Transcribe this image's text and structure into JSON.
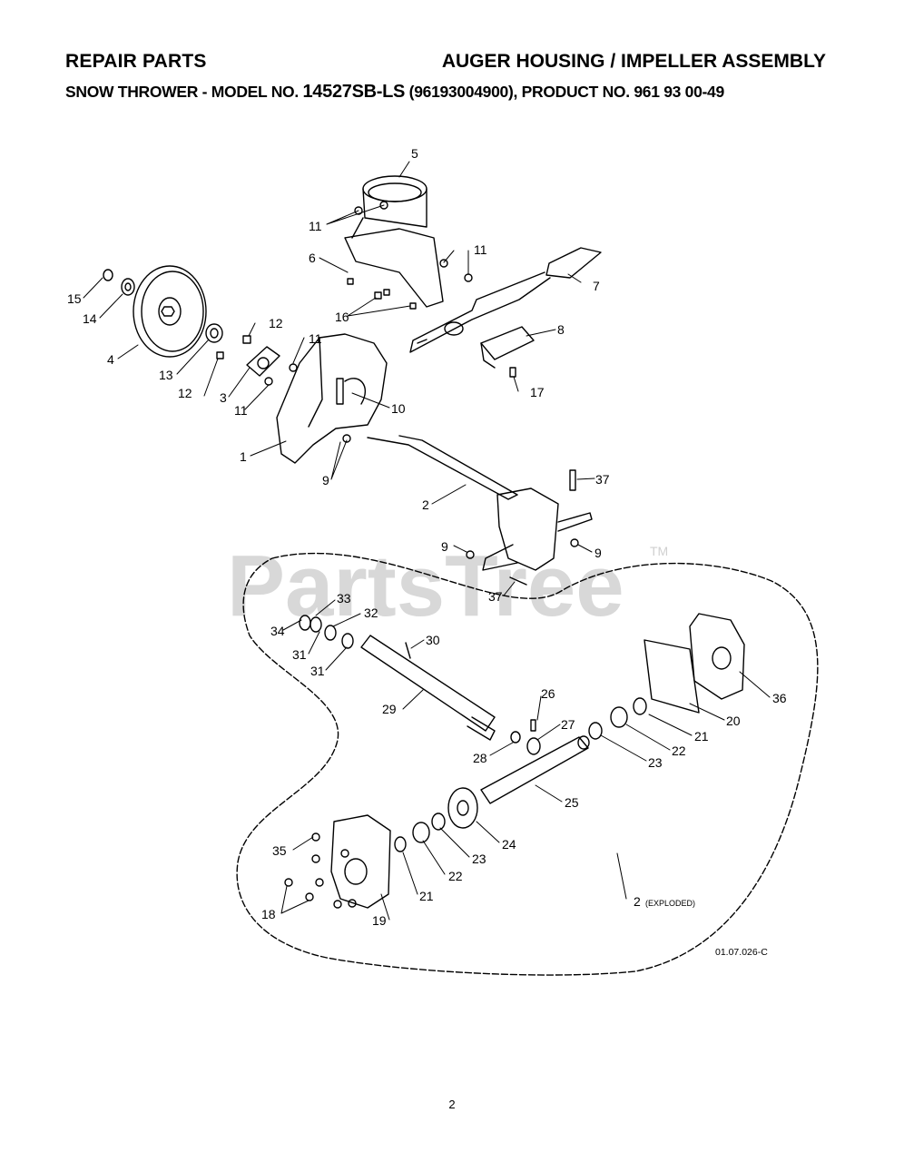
{
  "header": {
    "section": "REPAIR PARTS",
    "assembly": "AUGER HOUSING / IMPELLER ASSEMBLY",
    "model_prefix": "SNOW THROWER - MODEL NO.",
    "model_no": "14527SB-LS",
    "model_suffix": "(96193004900), PRODUCT NO. 961 93 00-49"
  },
  "watermark": {
    "text": "PartsTree",
    "tm": "TM"
  },
  "callouts": [
    "1",
    "2",
    "3",
    "4",
    "5",
    "6",
    "7",
    "8",
    "9",
    "10",
    "11",
    "12",
    "13",
    "14",
    "15",
    "16",
    "17",
    "18",
    "19",
    "20",
    "21",
    "22",
    "23",
    "24",
    "25",
    "26",
    "27",
    "28",
    "29",
    "30",
    "31",
    "32",
    "33",
    "34",
    "35",
    "36",
    "37"
  ],
  "exploded_label": {
    "number": "2",
    "note": "(EXPLODED)"
  },
  "drawing_ref": "01.07.026-C",
  "page_number": "2"
}
